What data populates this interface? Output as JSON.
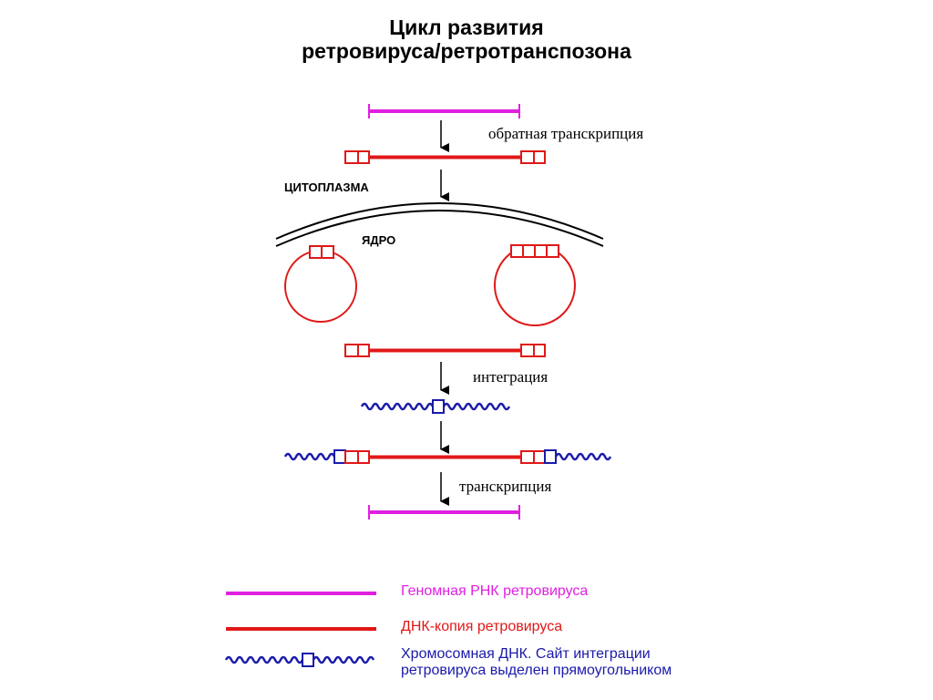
{
  "title": {
    "line1": "Цикл развития",
    "line2": "ретровируса/ретротранспозона"
  },
  "labels": {
    "reverse_transcription": "обратная транскрипция",
    "cytoplasm": "ЦИТОПЛАЗМА",
    "nucleus": "ЯДРО",
    "integration": "интеграция",
    "transcription": "транскрипция"
  },
  "legend": {
    "rna": "Геномная РНК ретровируса",
    "dna_copy": "ДНК-копия ретровируса",
    "chromosomal_line1": "Хромосомная ДНК. Сайт интеграции",
    "chromosomal_line2": "ретровируса выделен прямоугольником"
  },
  "colors": {
    "rna": "#e020e0",
    "dna_copy": "#e01818",
    "chromosomal": "#1a1aaa",
    "membrane": "#000000"
  }
}
